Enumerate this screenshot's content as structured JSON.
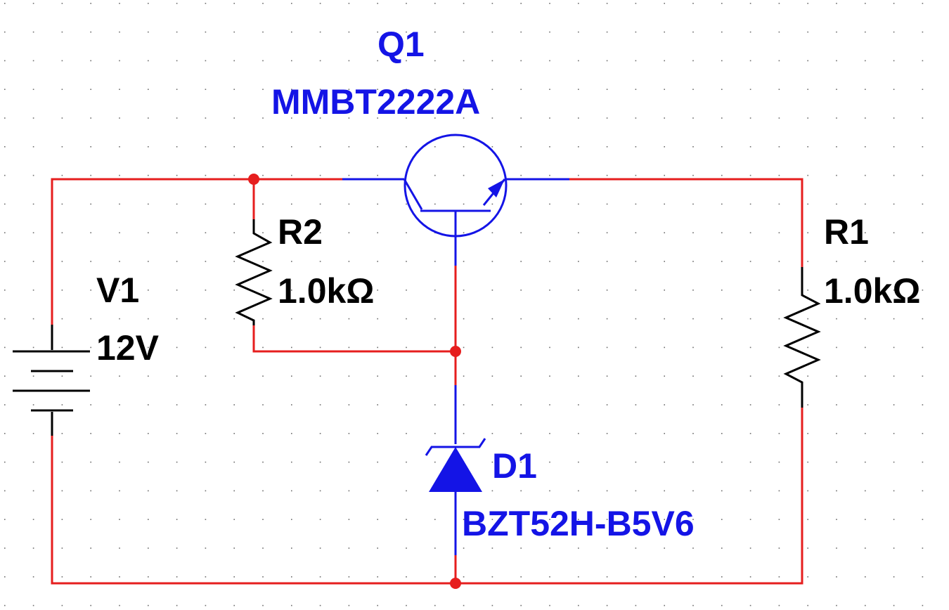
{
  "colors": {
    "wire": "#e61e1e",
    "component": "#000000",
    "semiconductor": "#1414e6",
    "grid_dot": "#6e6e6e",
    "background": "#ffffff"
  },
  "components": {
    "v1": {
      "name": "V1",
      "value": "12V"
    },
    "r1": {
      "name": "R1",
      "value": "1.0kΩ"
    },
    "r2": {
      "name": "R2",
      "value": "1.0kΩ"
    },
    "q1": {
      "name": "Q1",
      "model": "MMBT2222A"
    },
    "d1": {
      "name": "D1",
      "model": "BZT52H-B5V6"
    }
  },
  "grid": {
    "visible": true
  }
}
